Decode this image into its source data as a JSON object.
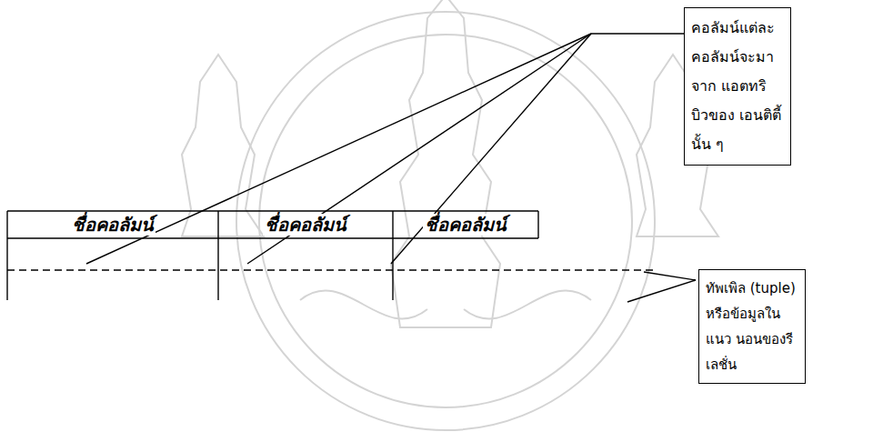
{
  "diagram": {
    "nodes": [
      {
        "text": [
          "คอลัมน์แต่ละ คอลัมน์จะมาจาก แอตทริบิวของ เอนติตี้นั้น ๆ"
        ]
      },
      {
        "text": [
          "ทัพเพิล (tuple) หรือข้อมูลในแนว นอนของรีเลชั่น"
        ]
      }
    ],
    "labels": [
      "ชื่อคอลัมน์",
      "ชื่อคอลัมน์",
      "ชื่อคอลัมน์"
    ]
  }
}
